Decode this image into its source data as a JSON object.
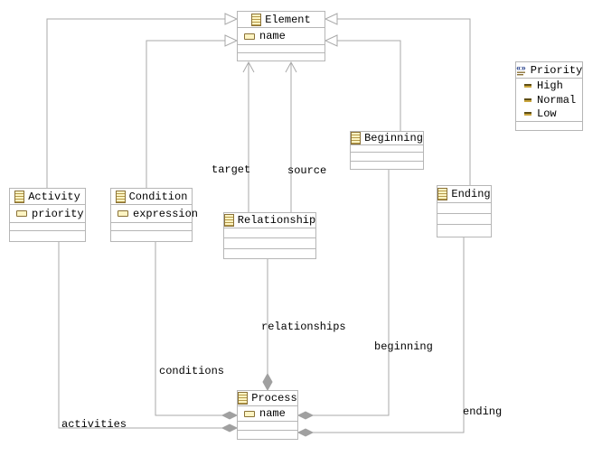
{
  "colors": {
    "line": "#a9a9a9",
    "box_border": "#b6b6b6",
    "diamond": "#a0a0a0",
    "icon_olive": "#8a7136",
    "icon_fill": "#fdf4c3",
    "enum_blue": "#27418c",
    "text": "#000000",
    "background": "#ffffff"
  },
  "classes": {
    "element": {
      "title": "Element",
      "attributes": [
        "name"
      ]
    },
    "priority": {
      "title": "Priority",
      "literals": [
        "High",
        "Normal",
        "Low"
      ]
    },
    "beginning": {
      "title": "Beginning"
    },
    "activity": {
      "title": "Activity",
      "attributes": [
        "priority"
      ]
    },
    "condition": {
      "title": "Condition",
      "attributes": [
        "expression"
      ]
    },
    "relationship": {
      "title": "Relationship"
    },
    "ending": {
      "title": "Ending"
    },
    "process": {
      "title": "Process",
      "attributes": [
        "name"
      ]
    }
  },
  "edge_labels": {
    "target": "target",
    "source": "source",
    "relationships": "relationships",
    "conditions": "conditions",
    "activities": "activities",
    "beginning": "beginning",
    "ending": "ending"
  }
}
